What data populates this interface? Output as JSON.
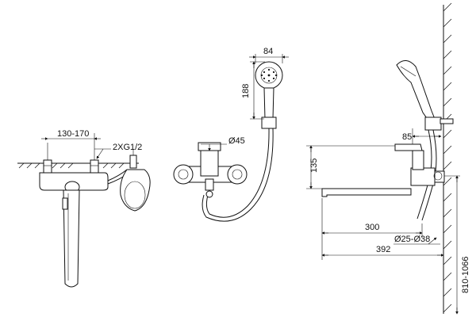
{
  "drawing": {
    "left_view": {
      "dim_spacing": "130-170",
      "dim_thread": "2XG1/2"
    },
    "middle_view": {
      "dim_head_width": "84",
      "dim_handset_length": "188",
      "dim_body_diameter": "Ø45"
    },
    "right_view": {
      "dim_body_offset": "85",
      "dim_height": "135",
      "dim_spout_reach": "300",
      "dim_pipe_range": "Ø25-Ø38",
      "dim_total_length": "392",
      "dim_mount_height": "810-1066"
    }
  }
}
